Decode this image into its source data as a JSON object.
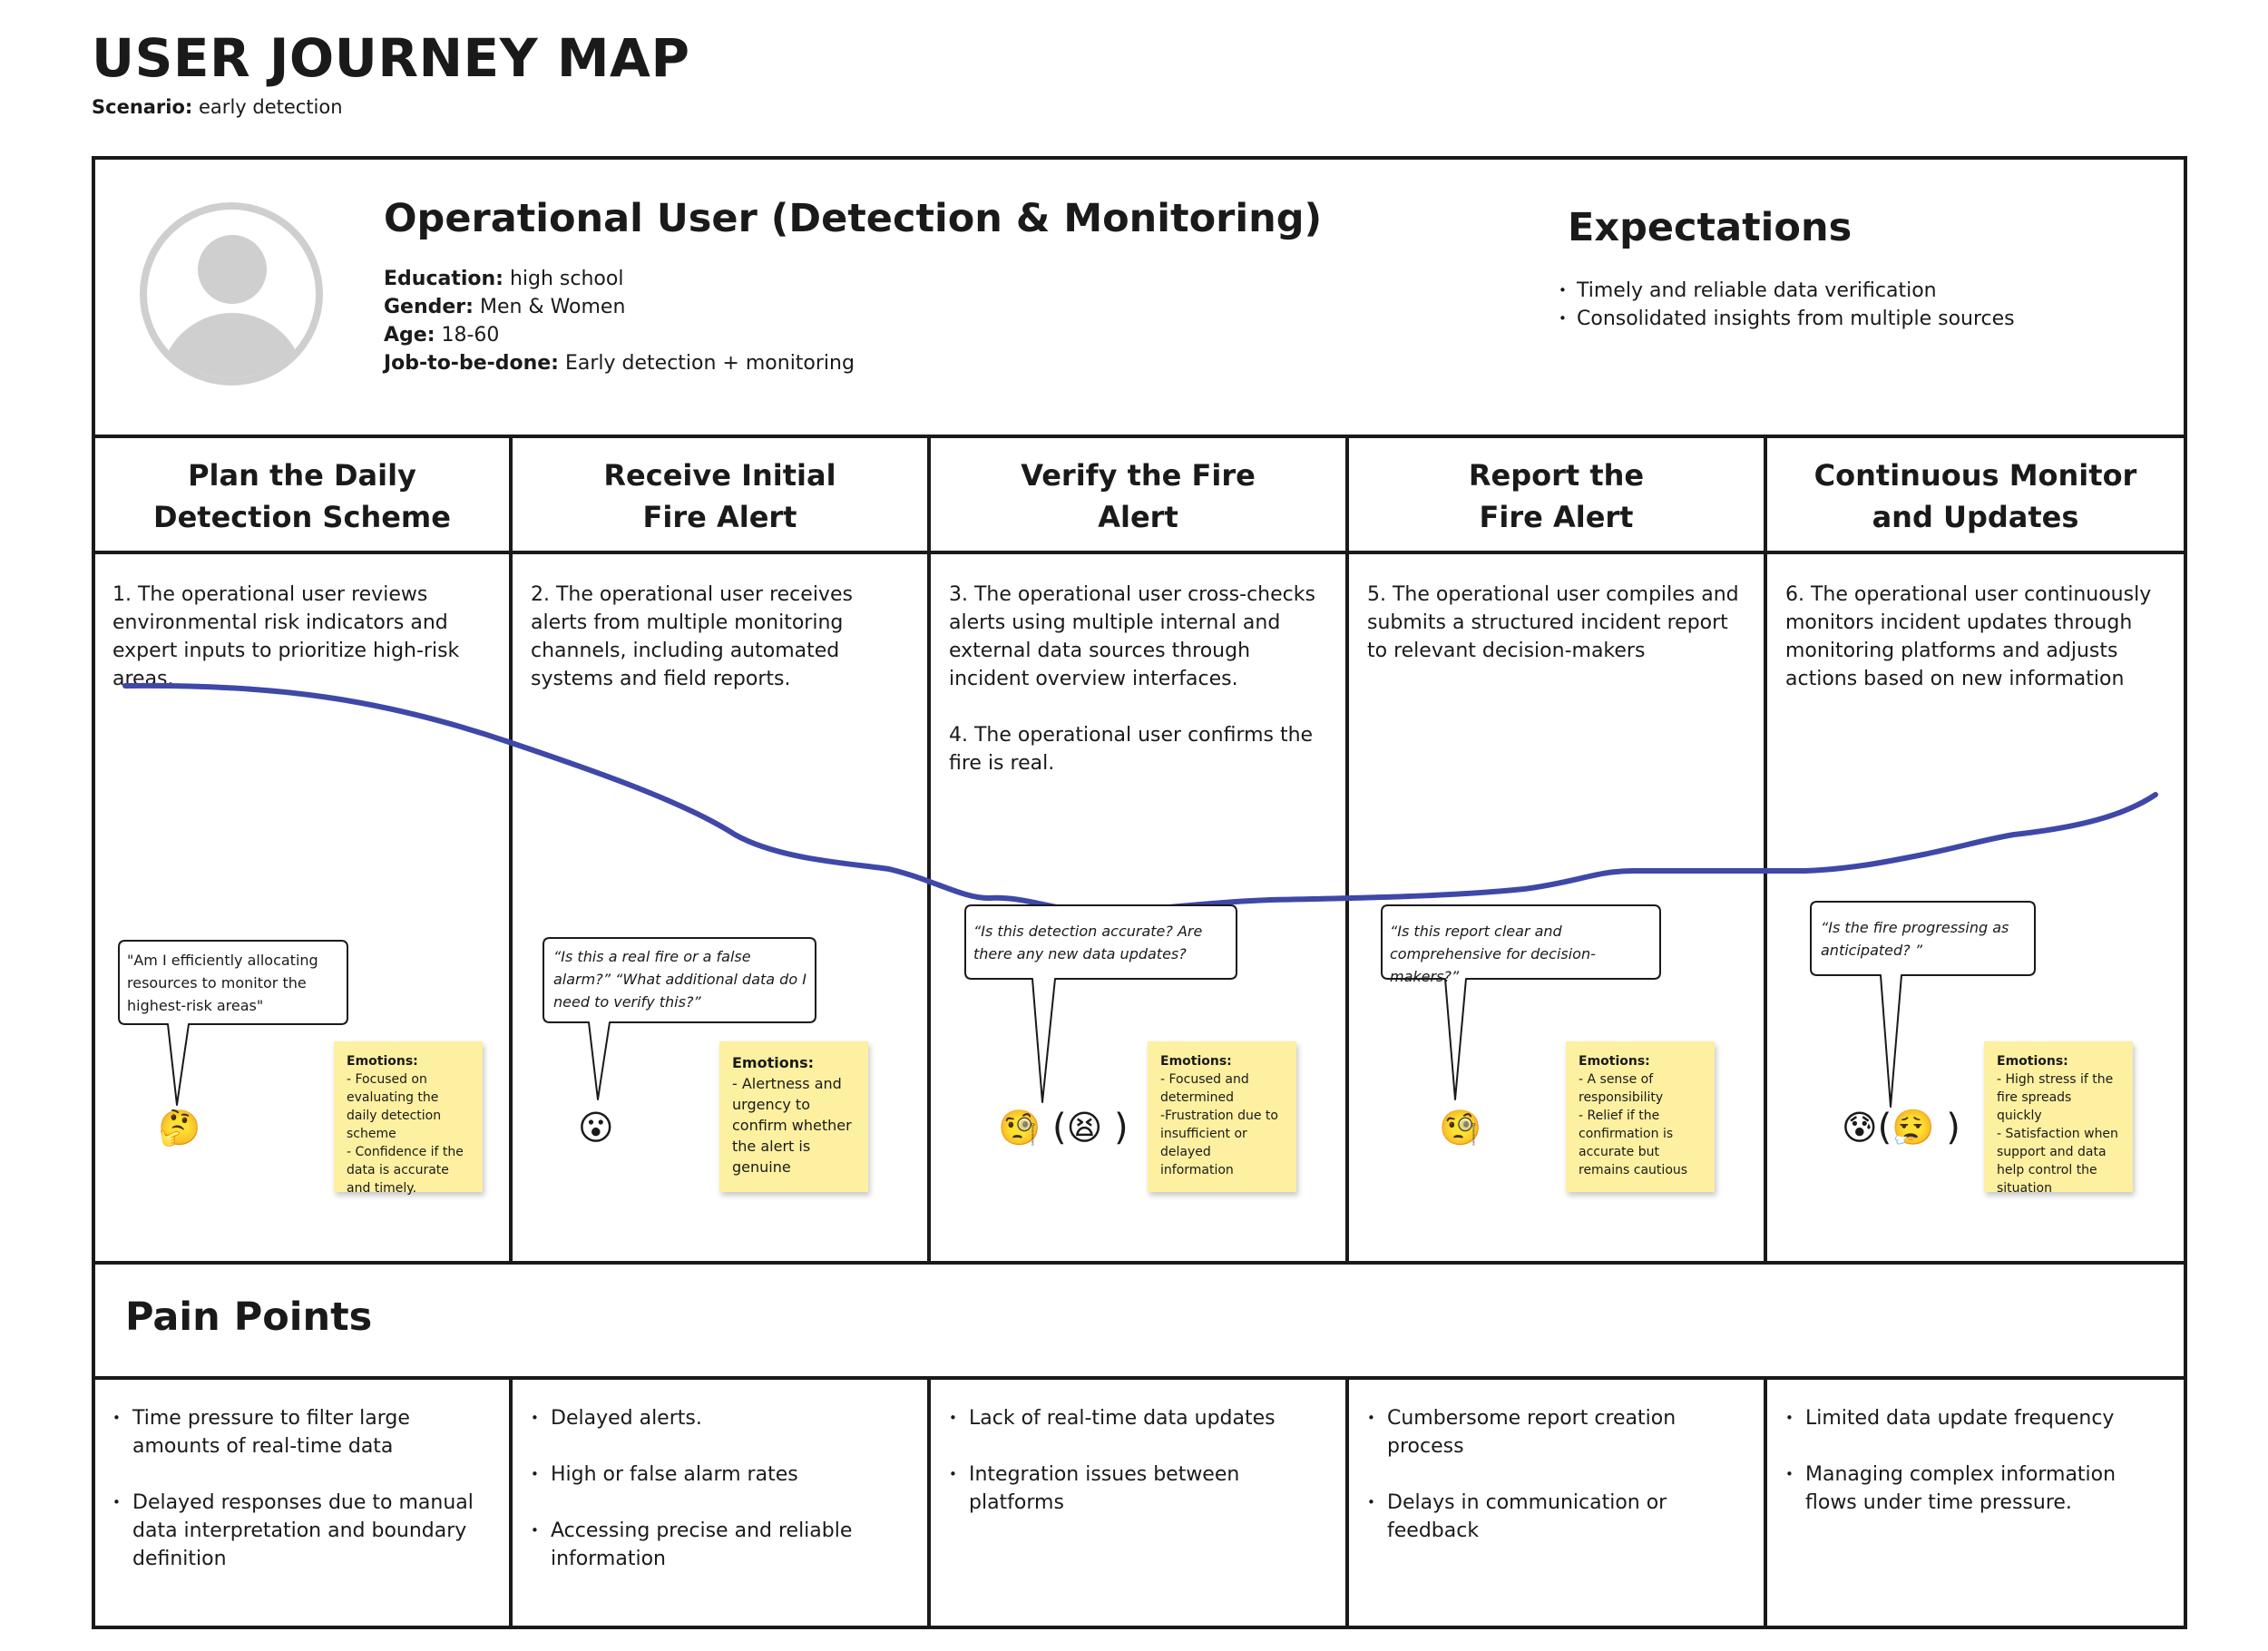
{
  "title": "USER JOURNEY MAP",
  "scenario": {
    "label": "Scenario:",
    "value": "early detection"
  },
  "persona": {
    "icon": "user-avatar-icon",
    "name": "Operational User (Detection & Monitoring)",
    "attributes": [
      {
        "label": "Education:",
        "value": "high school"
      },
      {
        "label": "Gender:",
        "value": "Men & Women"
      },
      {
        "label": "Age:",
        "value": "18-60"
      },
      {
        "label": "Job-to-be-done:",
        "value": "Early detection + monitoring"
      }
    ]
  },
  "expectations": {
    "title": "Expectations",
    "items": [
      "Timely and reliable data verification",
      "Consolidated insights from multiple sources"
    ]
  },
  "stages": [
    {
      "title_lines": [
        "Plan the Daily",
        "Detection Scheme"
      ],
      "steps": [
        "1. The operational user reviews environmental risk indicators and expert inputs to prioritize high-risk areas."
      ],
      "quote": "\"Am I efficiently allocating resources to monitor the highest-risk areas\"",
      "emoji": [
        "🤔"
      ],
      "emoji_names": [
        "thinking-face-icon"
      ],
      "emotions_label": "Emotions:",
      "emotions": "- Focused on evaluating the daily detection scheme\n- Confidence if the data is accurate and timely."
    },
    {
      "title_lines": [
        "Receive Initial",
        "Fire Alert"
      ],
      "steps": [
        "2. The operational user receives alerts from multiple monitoring channels, including automated systems and field reports."
      ],
      "quote": "“Is this a real fire or a false alarm?” “What additional data do I need to verify this?”",
      "emoji": [
        "😮"
      ],
      "emoji_names": [
        "surprised-face-icon"
      ],
      "emotions_label": "Emotions:",
      "emotions": "- Alertness and urgency to confirm whether the alert is genuine"
    },
    {
      "title_lines": [
        "Verify the Fire",
        "Alert"
      ],
      "steps": [
        "3. The operational user cross-checks alerts using multiple internal and external data sources through incident overview interfaces.",
        "4. The operational user confirms the fire is real."
      ],
      "quote": "“Is this detection accurate? Are there any new data updates?",
      "emoji": [
        "🧐",
        "😫"
      ],
      "emoji_names": [
        "monocle-face-icon",
        "tired-face-icon"
      ],
      "emotions_label": "Emotions:",
      "emotions": "- Focused and determined\n-Frustration due to insufficient or delayed information"
    },
    {
      "title_lines": [
        "Report the",
        "Fire Alert"
      ],
      "steps": [
        "5. The operational user compiles and submits a structured incident report to relevant decision-makers"
      ],
      "quote": "“Is this report clear and comprehensive for decision-makers?”",
      "emoji": [
        "🧐"
      ],
      "emoji_names": [
        "monocle-face-icon"
      ],
      "emotions_label": "Emotions:",
      "emotions": "- A sense of responsibility\n- Relief if the confirmation is accurate but remains cautious"
    },
    {
      "title_lines": [
        "Continuous Monitor",
        "and Updates"
      ],
      "steps": [
        "6. The operational user continuously monitors incident updates through monitoring platforms and adjusts actions based on new information"
      ],
      "quote": "“Is the fire progressing as anticipated? ”",
      "emoji": [
        "😰",
        "😮‍💨"
      ],
      "emoji_names": [
        "anxious-face-icon",
        "exhaling-face-icon"
      ],
      "emotions_label": "Emotions:",
      "emotions": "- High stress if the fire spreads quickly\n- Satisfaction when support and data help control the situation"
    }
  ],
  "emotion_curve": {
    "color": "#3f48a8",
    "levels": [
      0.95,
      0.62,
      0.4,
      0.42,
      0.52
    ]
  },
  "pain_points": {
    "title": "Pain Points",
    "columns": [
      [
        "Time pressure to filter large amounts of real-time data",
        "Delayed responses due to manual data interpretation and boundary definition"
      ],
      [
        "Delayed alerts.",
        "High or false alarm rates",
        "Accessing precise and reliable information"
      ],
      [
        "Lack of real-time data updates",
        "Integration issues between platforms"
      ],
      [
        "Cumbersome report creation process",
        "Delays in communication or feedback"
      ],
      [
        "Limited data update frequency",
        "Managing complex information flows under time pressure."
      ]
    ]
  },
  "colors": {
    "border": "#1a1a1a",
    "sticky": "#fdf0a0",
    "avatar": "#cfcfcf"
  }
}
